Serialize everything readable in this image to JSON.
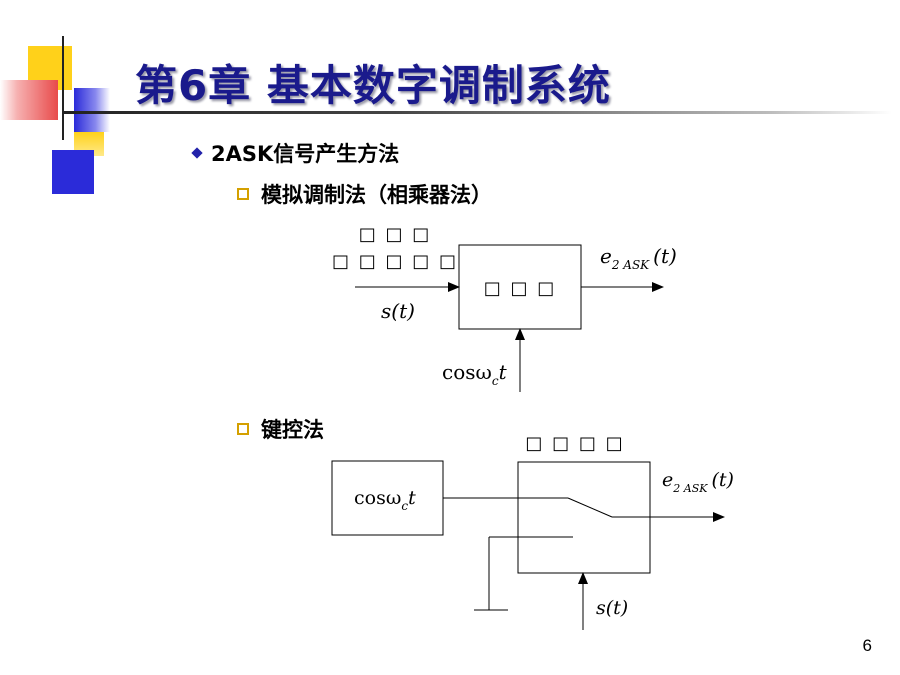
{
  "slide": {
    "title": "第6章 基本数字调制系统",
    "page_number": "6"
  },
  "content": {
    "bullet_main": "2ASK信号产生方法",
    "sub1": "模拟调制法（相乘器法）",
    "sub2": "键控法"
  },
  "diagram1": {
    "input_label_line1": "□ □ □",
    "input_label_line2": "□ □ □ □ □",
    "block_label": "□ □ □",
    "output_label": "e",
    "output_sub": "2 ASK",
    "output_arg": "(t)",
    "input_signal": "s(t)",
    "carrier_cos": "cosω",
    "carrier_sub": "c",
    "carrier_t": "t"
  },
  "diagram2": {
    "switch_label": "□ □ □ □",
    "carrier_cos": "cosω",
    "carrier_sub": "c",
    "carrier_t": "t",
    "output_label": "e",
    "output_sub": "2 ASK",
    "output_arg": "(t)",
    "control_signal": "s(t)"
  },
  "colors": {
    "title": "#1a1a8c",
    "deco_yellow": "#ffd11a",
    "deco_blue": "#2b2bd9",
    "deco_red": "#e84a4a"
  }
}
